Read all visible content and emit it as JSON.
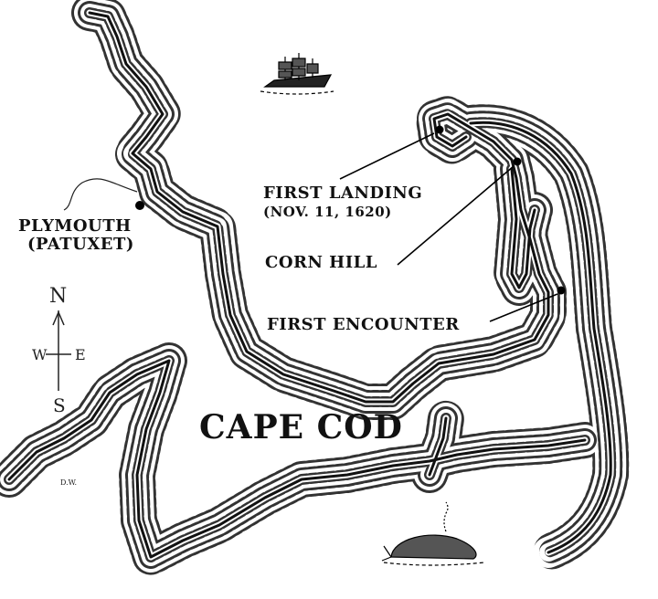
{
  "title": "CAPE COD",
  "places": [
    {
      "name": "PLYMOUTH",
      "subtitle": "(PATUXET)"
    },
    {
      "name": "FIRST LANDING",
      "subtitle": "(NOV. 11, 1620)"
    },
    {
      "name": "CORN HILL"
    },
    {
      "name": "FIRST ENCOUNTER"
    }
  ],
  "compass": {
    "n": "N",
    "s": "S",
    "e": "E",
    "w": "W"
  },
  "signature": "D.W."
}
